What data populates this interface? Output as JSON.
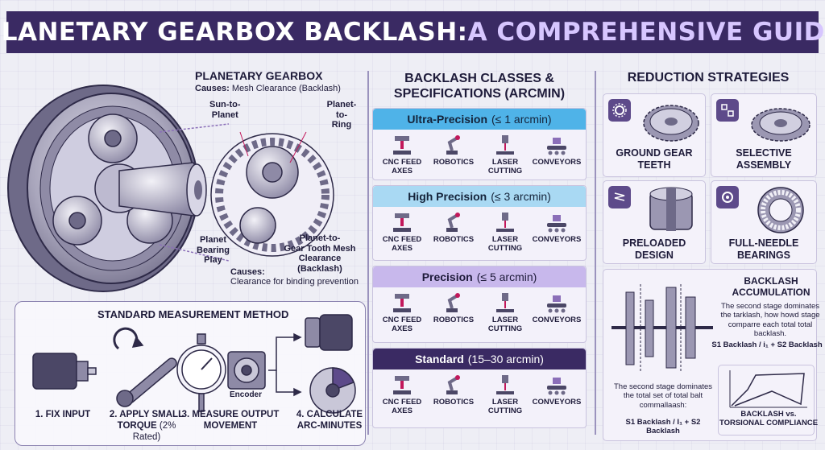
{
  "title": {
    "main": "PLANETARY GEARBOX BACKLASH:",
    "sub": " A COMPREHENSIVE GUIDE"
  },
  "gearbox": {
    "heading": "PLANETARY GEARBOX",
    "causes_label": "Causes:",
    "causes_text": " Mesh Clearance (Backlash)",
    "labels": {
      "sun_to_planet": "Sun-to-\nPlanet",
      "planet_to_ring": "Planet-to-\nRing",
      "planet_bearing_play": "Planet\nBearing\nPlay",
      "gear_tooth_mesh": "Planet-to-\nGear Tooth Mesh\nClearance (Backlash)"
    },
    "causes2_label": "Causes:",
    "causes2_text": "Clearance for binding prevention"
  },
  "measurement": {
    "title": "STANDARD MEASUREMENT METHOD",
    "encoder_label": "Encoder",
    "steps": [
      {
        "label": "1. FIX INPUT",
        "sub": ""
      },
      {
        "label": "2. APPLY SMALL\nTORQUE",
        "sub": " (2% Rated)"
      },
      {
        "label": "3. MEASURE OUTPUT\nMOVEMENT",
        "sub": ""
      },
      {
        "label": "4. CALCULATE\nARC-MINUTES",
        "sub": ""
      }
    ]
  },
  "classes": {
    "title": "BACKLASH CLASSES &\nSPECIFICATIONS (ARCMIN)",
    "items": [
      {
        "name": "Ultra-Precision",
        "spec": "(≤ 1 arcmin)",
        "head_bg": "#4fb3e8",
        "head_fg": "#14233a",
        "apps": [
          "CNC FEED AXES",
          "ROBOTICS",
          "LASER CUTTING",
          "CONVEYORS"
        ]
      },
      {
        "name": "High Precision",
        "spec": "(≤ 3 arcmin)",
        "head_bg": "#a9d9f3",
        "head_fg": "#14233a",
        "apps": [
          "CNC FEED\nAXES",
          "ROBOTICS",
          "LASER\nCUTTING",
          "CONVEYORS"
        ]
      },
      {
        "name": "Precision",
        "spec": "(≤ 5 arcmin)",
        "head_bg": "#c8b8ec",
        "head_fg": "#1e1b3a",
        "apps": [
          "CNC FEED\nAXES",
          "ROBOTICS",
          "LASER\nCUTTING",
          "CONVEYORS"
        ]
      },
      {
        "name": "Standard",
        "spec": "(15–30 arcmin)",
        "head_bg": "#3a2a63",
        "head_fg": "#ffffff",
        "apps": [
          "CNC FEED\nAXES",
          "ROBOTICS",
          "LASER\nCUTTING",
          "CONVEYORS"
        ]
      }
    ]
  },
  "strategies": {
    "title": "REDUCTION STRATEGIES",
    "cards": [
      {
        "label": "GROUND GEAR\nTEETH"
      },
      {
        "label": "SELECTIVE\nASSEMBLY"
      },
      {
        "label": "PRELOADED\nDESIGN"
      },
      {
        "label": "FULL-NEEDLE\nBEARINGS"
      }
    ],
    "accumulation": {
      "title": "BACKLASH\nACCUMULATION",
      "text": "The second stage dominates the tarklash, how howd stage comparre each total total backlash.",
      "formula": "S1 Backlash / i₁ + S2 Backlash",
      "text2": "The second stage dominates the total set of total balt commallaash:",
      "formula2": "S1 Backlash / I₁ + S2 Backlash"
    },
    "torsion": {
      "label": "BACKLASH vs.\nTORSIONAL COMPLIANCE"
    }
  },
  "colors": {
    "primary": "#3a2a63",
    "accent": "#5d4a8a",
    "light_blue": "#4fb3e8",
    "lavender": "#c8b8ec"
  }
}
